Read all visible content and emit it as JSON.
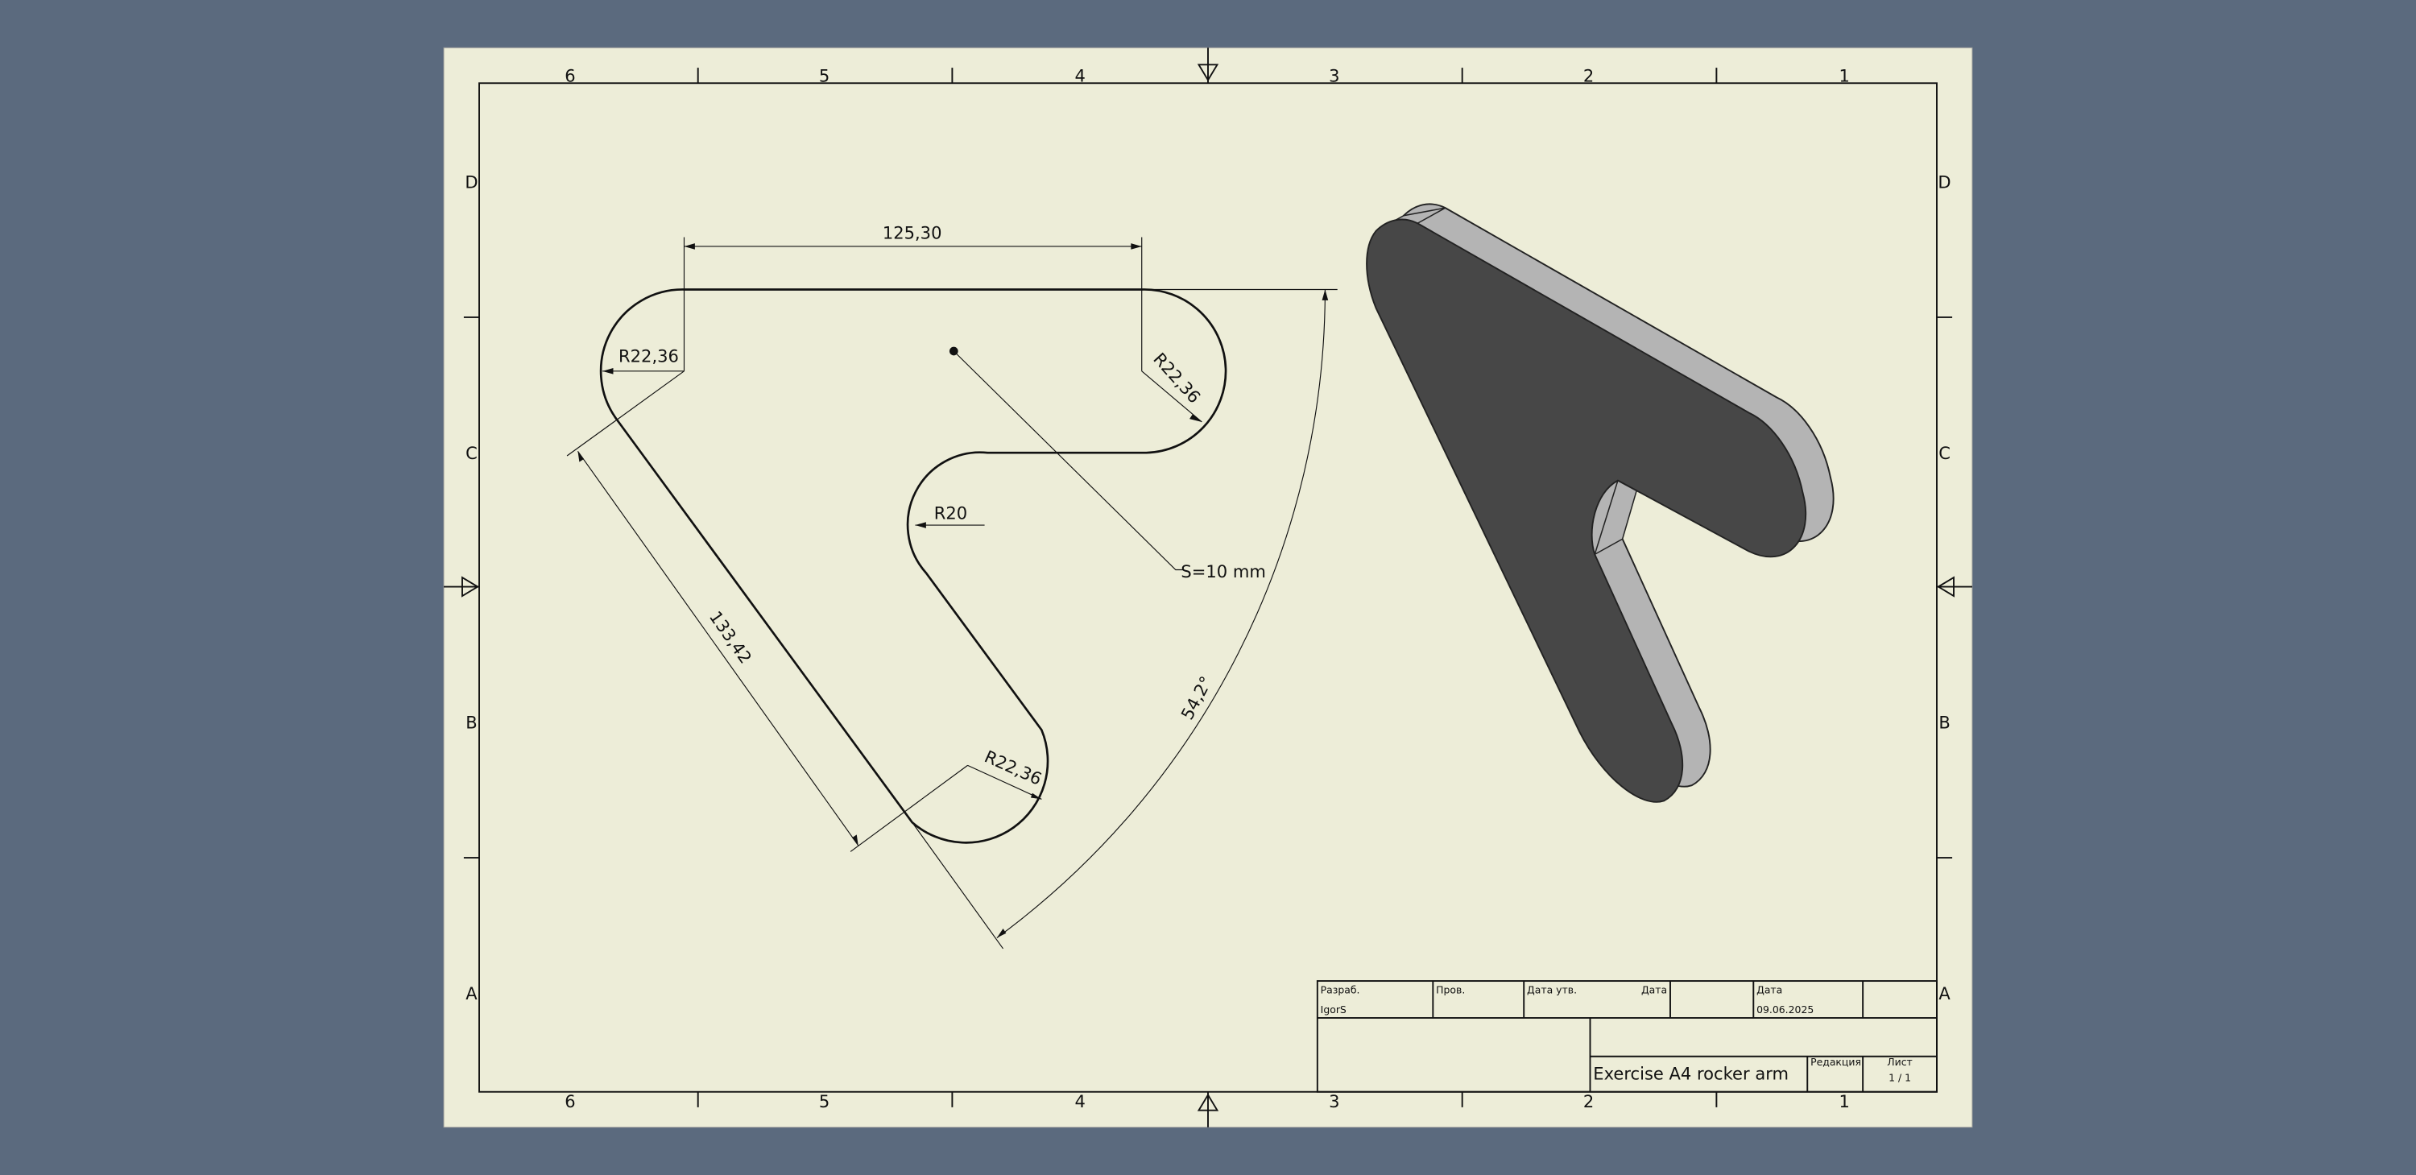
{
  "sheet": {
    "columns": [
      "6",
      "5",
      "4",
      "3",
      "2",
      "1"
    ],
    "rows": [
      "D",
      "C",
      "B",
      "A"
    ]
  },
  "dimensions": {
    "top_length": "125,30",
    "radius_top_left": "R22,36",
    "radius_top_right": "R22,36",
    "radius_bottom": "R22,36",
    "radius_inner": "R20",
    "slant_length": "133,42",
    "angle": "54,2°",
    "thickness_note": "S=10 mm"
  },
  "title_block": {
    "developer_label": "Разраб.",
    "developer_value": "IgorS",
    "checker_label": "Пров.",
    "approved_date_label": "Дата утв.",
    "date_label_1": "Дата",
    "date_label_2": "Дата",
    "date_value": "09.06.2025",
    "title": "Exercise A4 rocker arm",
    "revision_label": "Редакция",
    "sheet_label": "Лист",
    "sheet_value": "1 / 1"
  },
  "colors": {
    "background": "#5b6a7e",
    "paper": "#ededd8",
    "part_face": "#474747",
    "part_side": "#b4b4b4"
  }
}
